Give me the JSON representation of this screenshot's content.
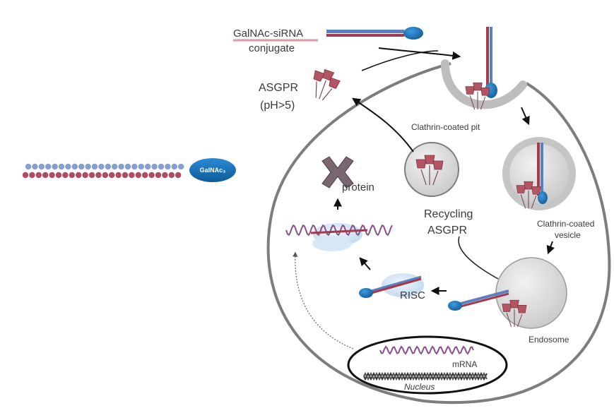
{
  "diagram": {
    "labels": {
      "conjugate_line1": "GalNAc-siRNA",
      "conjugate_line2": "conjugate",
      "asgpr_line1": "ASGPR",
      "asgpr_line2": "(pH>5)",
      "clathrin_pit": "Clathrin-coated  pit",
      "vesicle_line1": "Clathrin-coated",
      "vesicle_line2": "vesicle",
      "recycling_line1": "Recycling",
      "recycling_line2": "ASGPR",
      "protein": "protein",
      "risc": "RISC",
      "endosome": "Endosome",
      "mrna": "mRNA",
      "nucleus": "Nucleus",
      "galnac_badge": "GalNAc₃"
    },
    "colors": {
      "sense_strand": "#a43a4e",
      "antisense_strand": "#5b7fc0",
      "galnac_blob": "#1f7fc4",
      "receptor": "#b45563",
      "cell_membrane": "#7a7a7a",
      "mrna": "#8a4f88",
      "ribosome": "#cfe3f3"
    }
  }
}
